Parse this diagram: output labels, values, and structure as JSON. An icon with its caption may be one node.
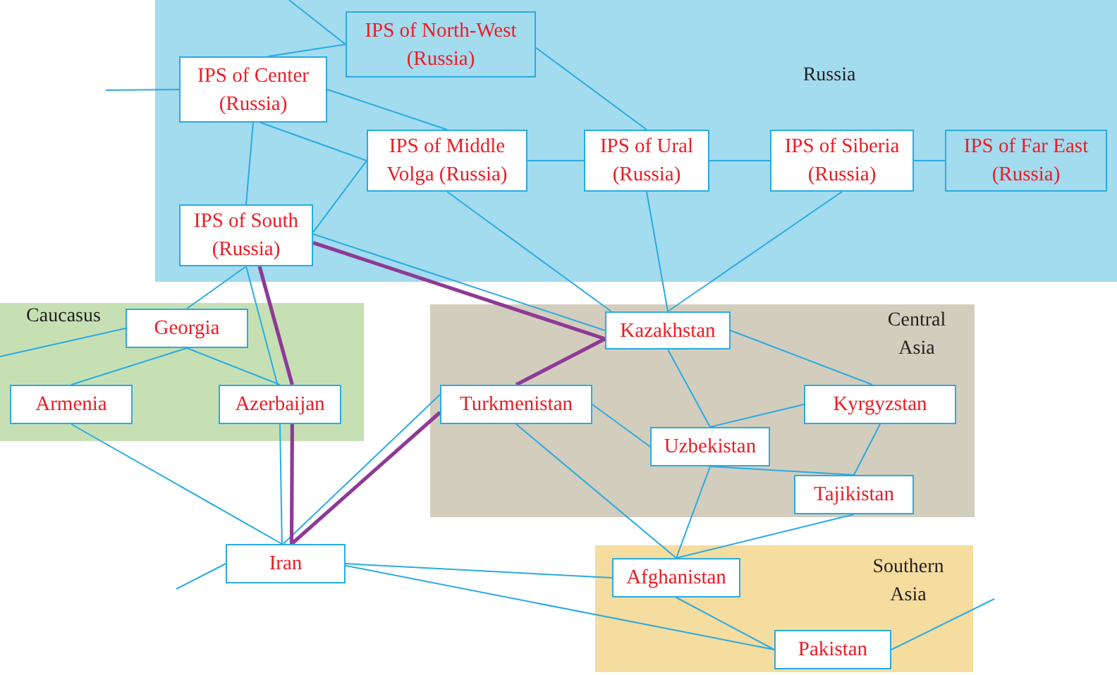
{
  "diagram": {
    "nodes": [
      {
        "text": [
          "Russia"
        ]
      },
      {
        "text": [
          "IPS of North-West (Russia)"
        ],
        "in": 0
      },
      {
        "text": [
          "IPS of Center (Russia)"
        ],
        "in": 0
      },
      {
        "text": [
          "IPS of Middle Volga (Russia)"
        ],
        "in": 0
      },
      {
        "text": [
          "IPS of Ural (Russia)"
        ],
        "in": 0
      },
      {
        "text": [
          "IPS of Siberia (Russia)"
        ],
        "in": 0
      },
      {
        "text": [
          "IPS of Far East (Russia)"
        ],
        "in": 0
      },
      {
        "text": [
          "IPS of South (Russia)"
        ],
        "in": 0
      },
      {
        "text": [
          "Caucasus"
        ]
      },
      {
        "text": [
          "Georgia"
        ],
        "in": 8
      },
      {
        "text": [
          "Armenia"
        ],
        "in": 8
      },
      {
        "text": [
          "Azerbaijan"
        ],
        "in": 8
      },
      {
        "text": [
          "Central Asia"
        ]
      },
      {
        "text": [
          "Kazakhstan"
        ],
        "in": 12
      },
      {
        "text": [
          "Turkmenistan"
        ],
        "in": 12
      },
      {
        "text": [
          "Kyrgyzstan"
        ],
        "in": 12
      },
      {
        "text": [
          "Uzbekistan"
        ],
        "in": 12
      },
      {
        "text": [
          "Tajikistan"
        ],
        "in": 12
      },
      {
        "text": [
          "Southern Asia"
        ]
      },
      {
        "text": [
          "Afghanistan"
        ],
        "in": 18
      },
      {
        "text": [
          "Pakistan"
        ],
        "in": 18
      },
      {
        "text": [
          "Iran"
        ]
      }
    ],
    "edges": [
      {
        "from": null,
        "to": 2,
        "arrow": "none"
      },
      {
        "from": null,
        "to": 1,
        "arrow": "none"
      },
      {
        "from": 2,
        "to": 1,
        "arrow": "none"
      },
      {
        "from": 1,
        "to": 4,
        "arrow": "none"
      },
      {
        "from": 2,
        "to": 3,
        "arrow": "none"
      },
      {
        "from": 2,
        "to": 3,
        "arrow": "none"
      },
      {
        "from": 2,
        "to": 7,
        "arrow": "none"
      },
      {
        "from": 3,
        "to": 4,
        "arrow": "none"
      },
      {
        "from": 4,
        "to": 5,
        "arrow": "none"
      },
      {
        "from": 5,
        "to": 6,
        "arrow": "none"
      },
      {
        "from": 3,
        "to": 7,
        "arrow": "none"
      },
      {
        "from": 3,
        "to": 13,
        "arrow": "none"
      },
      {
        "from": 4,
        "to": 13,
        "arrow": "none"
      },
      {
        "from": 5,
        "to": 13,
        "arrow": "none"
      },
      {
        "from": 7,
        "to": 13,
        "arrow": "none"
      },
      {
        "from": 7,
        "to": 13,
        "arrow": "none",
        "style": "thick",
        "color": "#8e3a96"
      },
      {
        "from": 13,
        "to": 14,
        "arrow": "none",
        "style": "thick",
        "color": "#8e3a96"
      },
      {
        "from": 14,
        "to": 21,
        "arrow": "none"
      },
      {
        "from": 14,
        "to": 21,
        "arrow": "none",
        "style": "thick",
        "color": "#8e3a96"
      },
      {
        "from": 7,
        "to": 9,
        "arrow": "none"
      },
      {
        "from": 7,
        "to": 11,
        "arrow": "none"
      },
      {
        "from": 7,
        "to": 11,
        "arrow": "none",
        "style": "thick",
        "color": "#8e3a96"
      },
      {
        "from": 11,
        "to": 21,
        "arrow": "none"
      },
      {
        "from": 11,
        "to": 21,
        "arrow": "none",
        "style": "thick",
        "color": "#8e3a96"
      },
      {
        "from": 9,
        "to": null,
        "arrow": "none"
      },
      {
        "from": 9,
        "to": 10,
        "arrow": "none"
      },
      {
        "from": 9,
        "to": 11,
        "arrow": "none"
      },
      {
        "from": 10,
        "to": 21,
        "arrow": "none"
      },
      {
        "from": 21,
        "to": null,
        "arrow": "none"
      },
      {
        "from": 21,
        "to": 19,
        "arrow": "none"
      },
      {
        "from": 21,
        "to": 20,
        "arrow": "none"
      },
      {
        "from": 13,
        "to": 15,
        "arrow": "none"
      },
      {
        "from": 13,
        "to": 16,
        "arrow": "none"
      },
      {
        "from": 14,
        "to": 16,
        "arrow": "none"
      },
      {
        "from": 14,
        "to": 19,
        "arrow": "none"
      },
      {
        "from": 15,
        "to": 16,
        "arrow": "none"
      },
      {
        "from": 15,
        "to": 17,
        "arrow": "none"
      },
      {
        "from": 16,
        "to": 17,
        "arrow": "none"
      },
      {
        "from": 16,
        "to": 19,
        "arrow": "none"
      },
      {
        "from": 17,
        "to": 19,
        "arrow": "none"
      },
      {
        "from": 19,
        "to": 20,
        "arrow": "none"
      },
      {
        "from": 20,
        "to": null,
        "arrow": "none"
      }
    ]
  }
}
